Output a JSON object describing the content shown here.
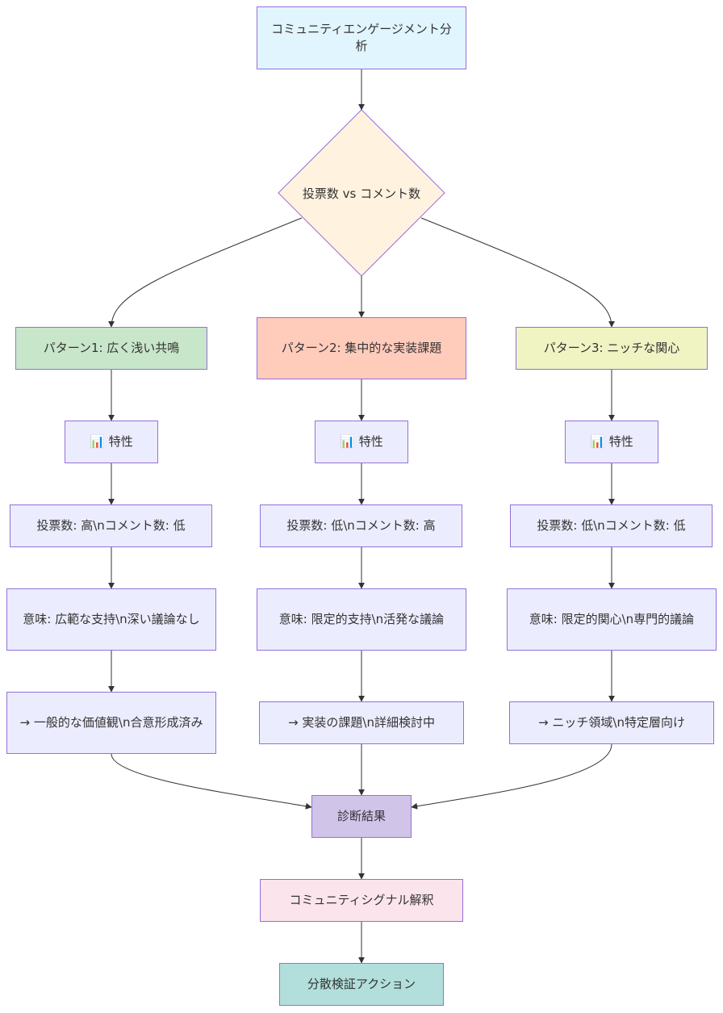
{
  "nodes": {
    "root": {
      "label": "コミュニティエンゲージメント分析",
      "fill": "#e1f5fe"
    },
    "decision": {
      "label": "投票数 vs コメント数",
      "fill": "#fff3e0"
    },
    "pattern1": {
      "label": "パターン1: 広く浅い共鳴",
      "fill": "#c8e6c9"
    },
    "pattern2": {
      "label": "パターン2: 集中的な実装課題",
      "fill": "#ffccbc"
    },
    "pattern3": {
      "label": "パターン3: ニッチな関心",
      "fill": "#f0f4c3"
    },
    "trait1": {
      "label": "📊 特性",
      "fill": "#ececff"
    },
    "trait2": {
      "label": "📊 特性",
      "fill": "#ececff"
    },
    "trait3": {
      "label": "📊 特性",
      "fill": "#ececff"
    },
    "metric1": {
      "label": "投票数: 高\\nコメント数: 低",
      "fill": "#ececff"
    },
    "metric2": {
      "label": "投票数: 低\\nコメント数: 高",
      "fill": "#ececff"
    },
    "metric3": {
      "label": "投票数: 低\\nコメント数: 低",
      "fill": "#ececff"
    },
    "meaning1": {
      "label": "意味: 広範な支持\\n深い議論なし",
      "fill": "#ececff"
    },
    "meaning2": {
      "label": "意味: 限定的支持\\n活発な議論",
      "fill": "#ececff"
    },
    "meaning3": {
      "label": "意味: 限定的関心\\n専門的議論",
      "fill": "#ececff"
    },
    "result1": {
      "label": "→ 一般的な価値観\\n合意形成済み",
      "fill": "#ececff"
    },
    "result2": {
      "label": "→ 実装の課題\\n詳細検討中",
      "fill": "#ececff"
    },
    "result3": {
      "label": "→ ニッチ領域\\n特定層向け",
      "fill": "#ececff"
    },
    "diagnosis": {
      "label": "診断結果",
      "fill": "#d1c4e9"
    },
    "interpret": {
      "label": "コミュニティシグナル解釈",
      "fill": "#fce4ec"
    },
    "action": {
      "label": "分散検証アクション",
      "fill": "#b2dfdb"
    }
  },
  "edges": [
    [
      "root",
      "decision"
    ],
    [
      "decision",
      "pattern1"
    ],
    [
      "decision",
      "pattern2"
    ],
    [
      "decision",
      "pattern3"
    ],
    [
      "pattern1",
      "trait1"
    ],
    [
      "pattern2",
      "trait2"
    ],
    [
      "pattern3",
      "trait3"
    ],
    [
      "trait1",
      "metric1"
    ],
    [
      "trait2",
      "metric2"
    ],
    [
      "trait3",
      "metric3"
    ],
    [
      "metric1",
      "meaning1"
    ],
    [
      "metric2",
      "meaning2"
    ],
    [
      "metric3",
      "meaning3"
    ],
    [
      "meaning1",
      "result1"
    ],
    [
      "meaning2",
      "result2"
    ],
    [
      "meaning3",
      "result3"
    ],
    [
      "result1",
      "diagnosis"
    ],
    [
      "result2",
      "diagnosis"
    ],
    [
      "result3",
      "diagnosis"
    ],
    [
      "diagnosis",
      "interpret"
    ],
    [
      "interpret",
      "action"
    ]
  ],
  "colors": {
    "border": "#9370db",
    "edge": "#333333",
    "text": "#333333"
  }
}
